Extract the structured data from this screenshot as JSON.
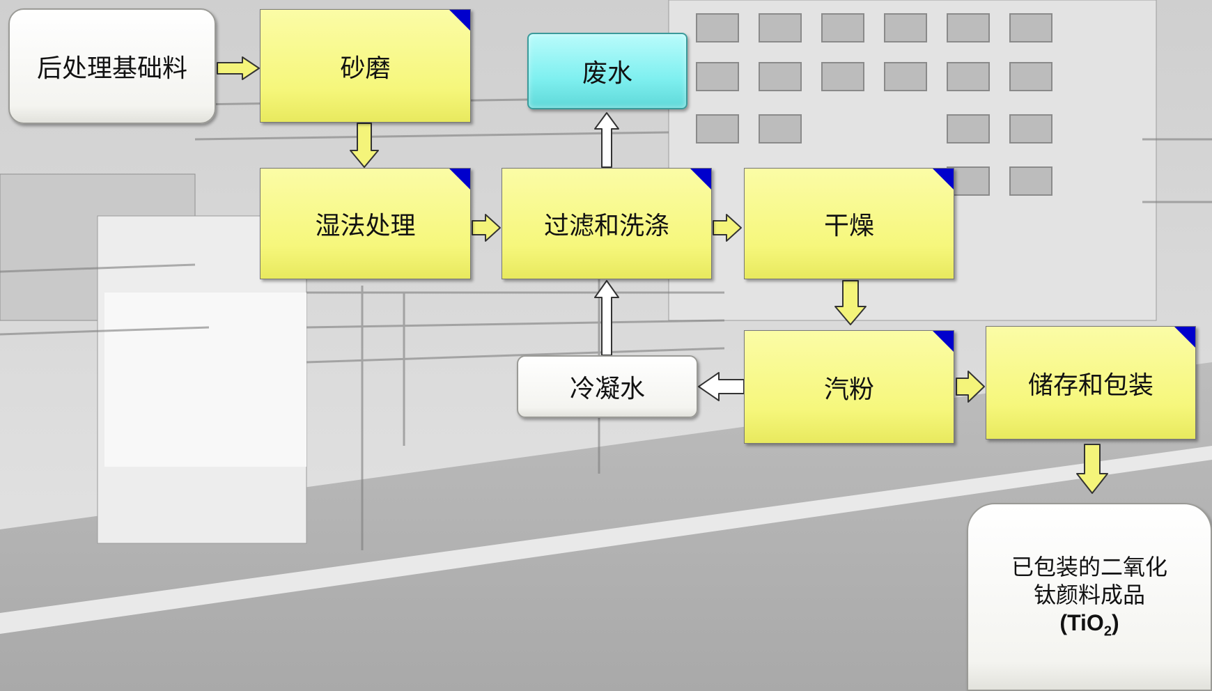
{
  "nodes": {
    "base": "后处理基础料",
    "milling": "砂磨",
    "wastewater": "废水",
    "wet_treatment": "湿法处理",
    "filter_wash": "过滤和洗涤",
    "drying": "干燥",
    "condensate": "冷凝水",
    "steam_mill": "汽粉",
    "storage": "储存和包装",
    "final_line1": "已包装的二氧化",
    "final_line2": "钛颜料成品",
    "final_formula_main": "(TiO",
    "final_formula_sub": "2",
    "final_formula_end": ")"
  },
  "colors": {
    "process_box": "#f6f77c",
    "corner_marker": "#0000cc",
    "waste_box": "#7ff0f0",
    "io_box": "#ffffff",
    "arrow_fill": "#f4f47a"
  }
}
